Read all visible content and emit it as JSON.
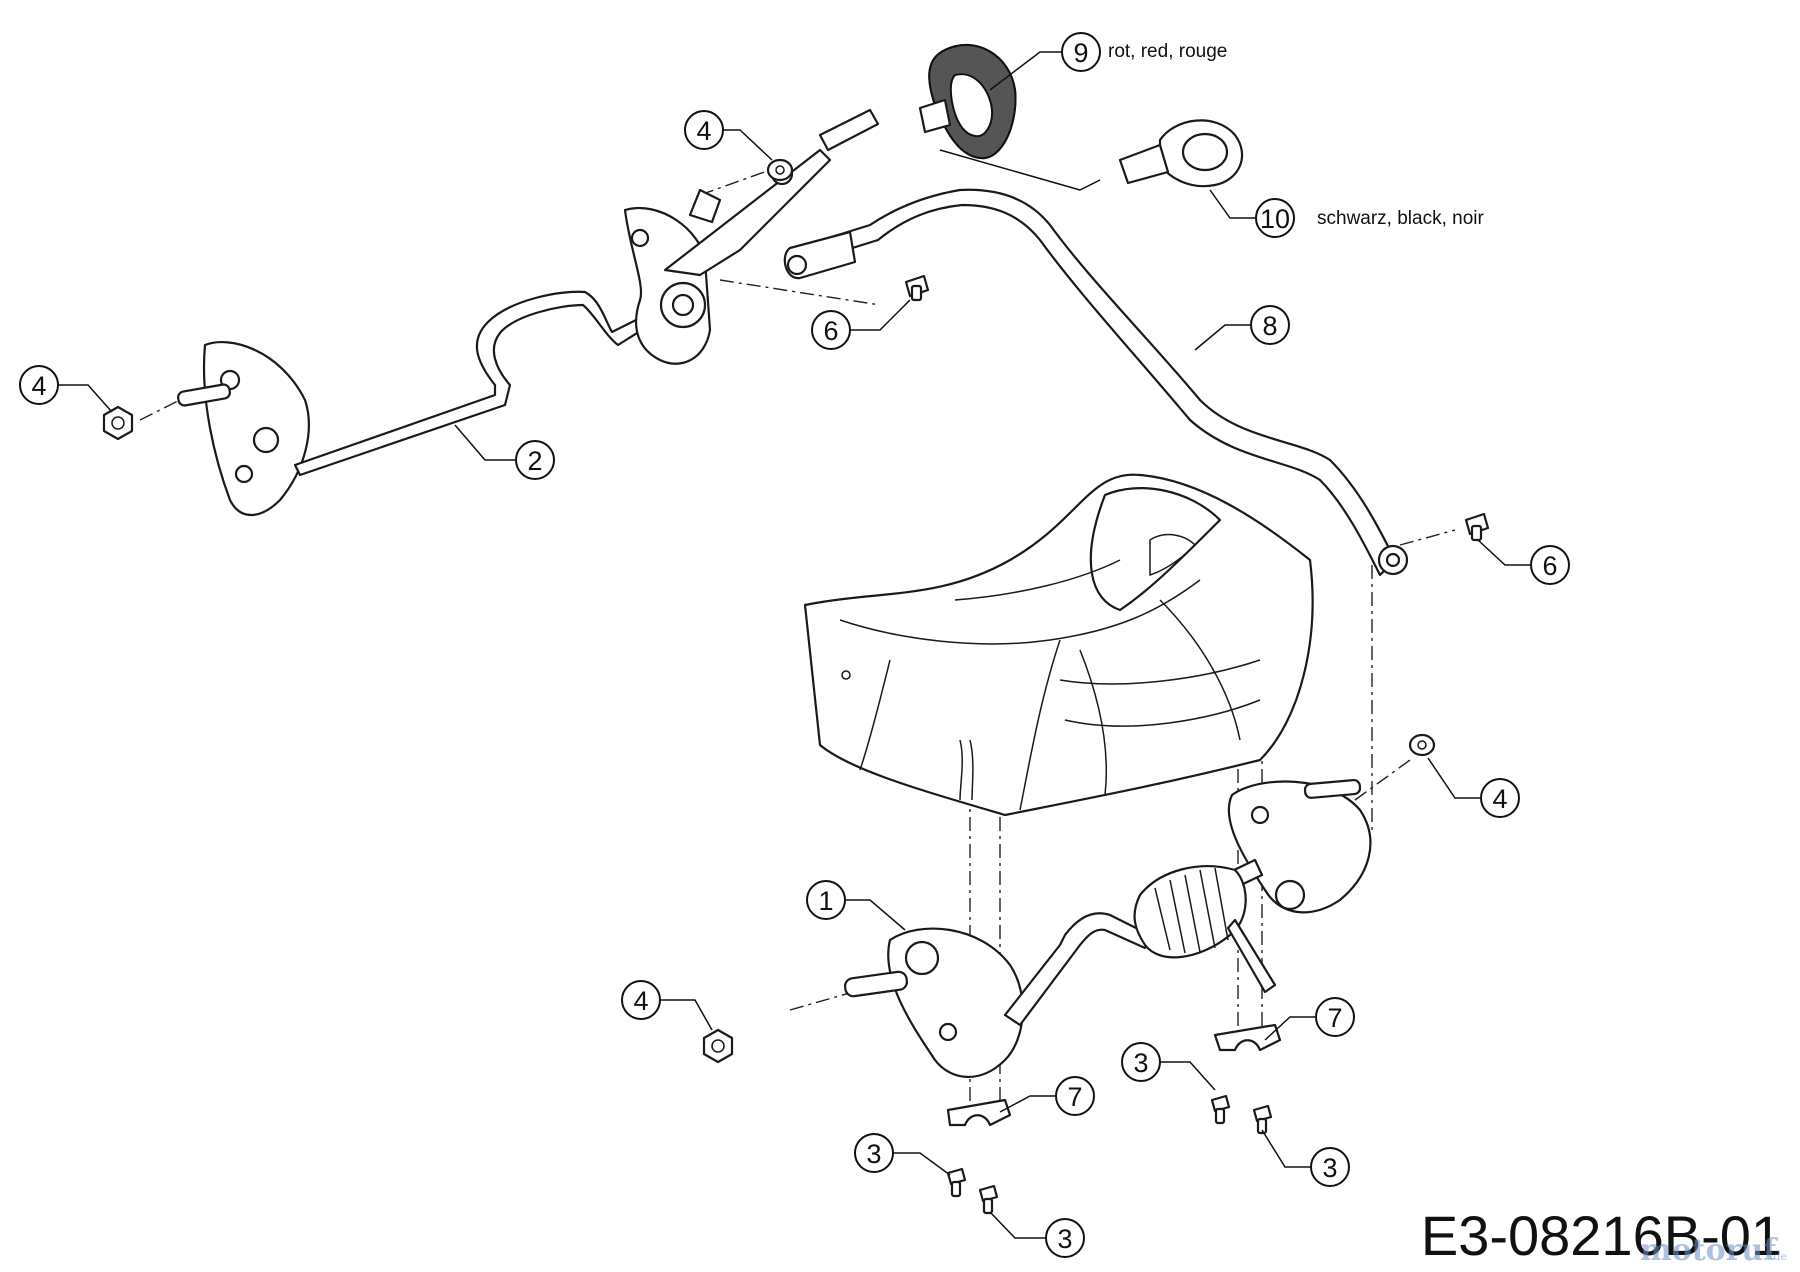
{
  "diagram": {
    "drawing_number": "E3-08216B-01",
    "watermark": "motoruf",
    "watermark_tld": ".de",
    "color_labels": {
      "part9": "rot, red, rouge",
      "part10": "schwarz, black, noir"
    },
    "callouts": {
      "front_axle": "1",
      "rear_lever_rod": "2",
      "screw_left_front": "3",
      "screw_left_rear": "3",
      "screw_right_front": "3",
      "screw_right_rear": "3",
      "nut_top_lever": "4",
      "nut_left_rod": "4",
      "nut_right_axle": "4",
      "nut_front_axle": "4",
      "bolt_top_bar": "6",
      "bolt_right_bar": "6",
      "clip_left": "7",
      "clip_right": "7",
      "height_bar": "8",
      "knob_red": "9",
      "knob_black": "10"
    }
  }
}
